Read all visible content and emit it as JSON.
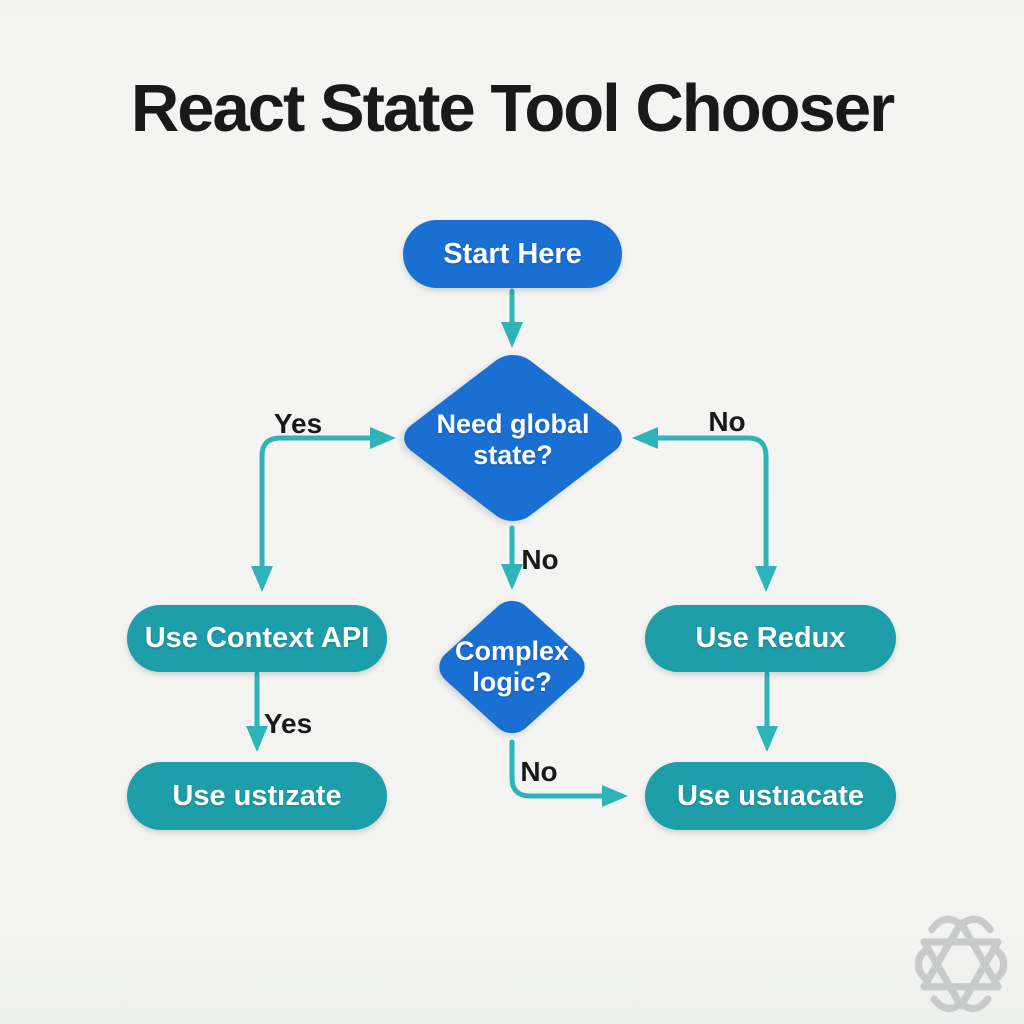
{
  "title": "React State Tool Chooser",
  "colors": {
    "blue": "#1a6fd2",
    "teal": "#1d9ea8",
    "arrow": "#2eb3b9",
    "ink": "#191919",
    "bg": "#f3f4f2",
    "watermark": "#c9cbca"
  },
  "nodes": {
    "start": {
      "label": "Start Here",
      "shape": "pill",
      "color": "blue"
    },
    "need_global_state": {
      "label": "Need global state?",
      "shape": "diamond",
      "color": "blue"
    },
    "use_context_api": {
      "label": "Use Context API",
      "shape": "pill",
      "color": "teal"
    },
    "use_redux": {
      "label": "Use Redux",
      "shape": "pill",
      "color": "teal"
    },
    "complex_logic": {
      "label": "Complex logic?",
      "shape": "diamond",
      "color": "blue"
    },
    "use_usestate": {
      "label": "Use ustızate",
      "shape": "pill",
      "color": "teal"
    },
    "use_usereducer": {
      "label": "Use ustıacate",
      "shape": "pill",
      "color": "teal"
    }
  },
  "edges": {
    "global_yes_left": {
      "label": "Yes"
    },
    "global_no_right": {
      "label": "No"
    },
    "global_no_down": {
      "label": "No"
    },
    "context_yes_down": {
      "label": "Yes"
    },
    "complex_no_right": {
      "label": "No"
    }
  },
  "watermark": {
    "icon": "hexagram-logo"
  }
}
